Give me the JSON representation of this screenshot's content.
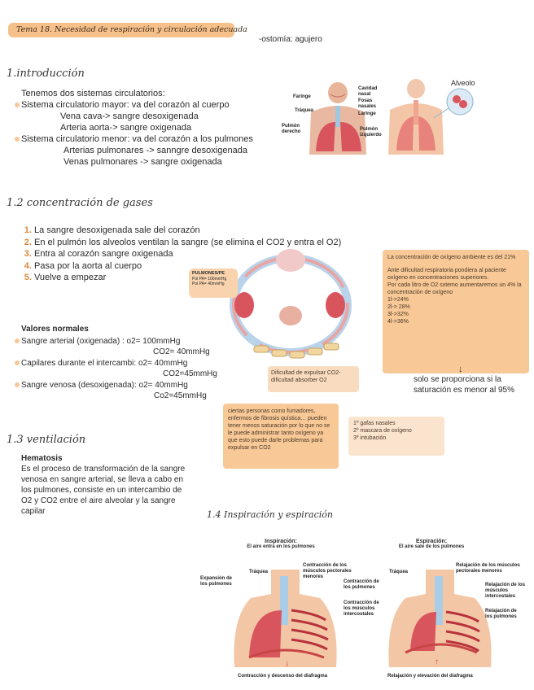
{
  "header": {
    "title": "Tema 18. Necesidad de respiración y circulación adecuada",
    "note": "-ostomía: agujero"
  },
  "s1": {
    "heading": "1.introducción",
    "lines": [
      "Tenemos dos sistemas circulatorios:",
      "Sistema circulatorio mayor: va del corazón al cuerpo",
      "Vena cava-> sangre desoxigenada",
      "Arteria aorta-> sangre oxigenada",
      "Sistema circulatorio menor: va del corazón a los  pulmones",
      "Arterias pulmonares -> sanngre desoxigenada",
      "Venas pulmonares -> sangre oxigenada"
    ],
    "fig1_labels": [
      "Faringe",
      "Cavidad nasal",
      "Fosas nasales",
      "Tráquea",
      "Laringe",
      "Pulmón derecho",
      "Pulmón izquierdo"
    ],
    "fig2_label": "Alveolo"
  },
  "s2": {
    "heading": "1.2 concentración de gases",
    "steps": [
      "La sangre desoxigenada sale del corazón",
      "En el pulmón los alveolos ventilan la sangre (se elimina el CO2 y entra el O2)",
      "Entra al corazón sangre oxigenada",
      "Pasa por la aorta al cuerpo",
      "Vuelve a empezar"
    ],
    "valores": {
      "title": "Valores normales",
      "lines": [
        "Sangre arterial (oxigenada) : o2= 100mmHg",
        "CO2= 40mmHg",
        "Capilares durante el intercambi: o2= 40mmHg",
        "CO2=45mmHg",
        "Sangre venosa (desoxigenada): o2= 40mmHg",
        "Co2=45mmHg"
      ]
    },
    "diagram_box": [
      "PULMONES/PE",
      "Pol PA= 100mmHg",
      "Pol PA= 40mmHg"
    ],
    "box_dificultad": "Dificultad de expulsar CO2-dificultad absorber O2",
    "box_concentracion": [
      "La concentración de oxígeno ambiente es del 21%",
      "",
      "Ante dificultad respiratoria pondiera al paciente oxígeno en concentraciones superiores.",
      "Por cada litro de O2 sxtemo aumentaremos un 4% la concentración de oxígeno",
      "1l->24%",
      "2l-> 28%",
      "3l->32%",
      "4l->36%"
    ],
    "saturacion": "solo se proporciona si la saturación es menor al 95%",
    "box_fumadores": "ciertas personas como fumadores, enfermos de fibrosis quística… pueden tener menos saturación por lo que no se le puede administrar tanto oxígeno ya que esto puede darle problemas para expulsar en CO2",
    "box_gafas": [
      "1º gafas nasales",
      "2º mascara de oxígeno",
      "3º intubación"
    ]
  },
  "s3": {
    "heading": "1.3 ventilación",
    "term": "Hematosis",
    "text": "Es el proceso de transformación de la sangre venosa en sangre arterial, se lleva a cabo en los pulmones, consiste en un intercambio de O2 y CO2 entre el aire alveolar y la sangre capilar"
  },
  "s4": {
    "heading": "1.4 Inspiración y espiración",
    "insp_title": "Inspiración:",
    "insp_sub": "El aire entra en los pulmones",
    "esp_title": "Espiración:",
    "esp_sub": "El aire sale de los pulmones",
    "labels_left": [
      "Expansión de los pulmones",
      "Tráquea",
      "Contracción de los músculos pectorales menores",
      "Contracción de los pulmones",
      "Contracción de los músculos intercostales"
    ],
    "labels_right": [
      "Tráquea",
      "Relajación de los músculos pectorales menores",
      "Relajación de los músculos intercostales",
      "Relajación de los pulmones"
    ],
    "caption_left": "Contracción y descenso del diafragma",
    "caption_right": "Relajación y elevación del diafragma"
  }
}
